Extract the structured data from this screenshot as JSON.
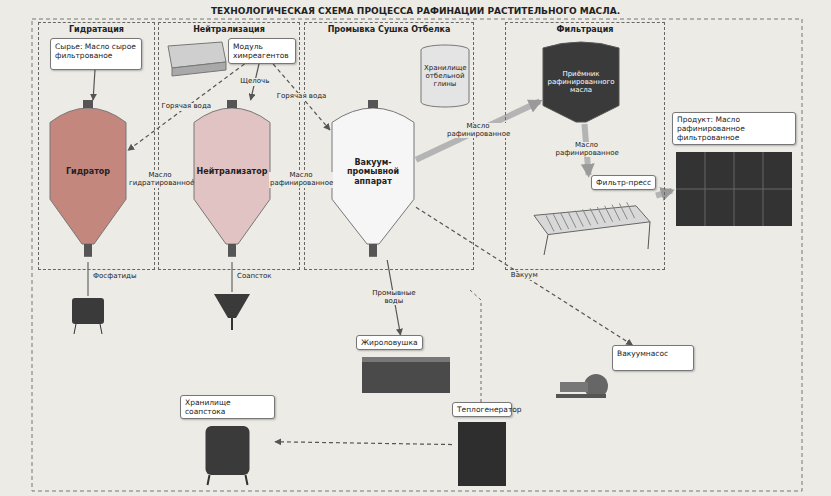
{
  "diagram": {
    "title": "ТЕХНОЛОГИЧЕСКАЯ СХЕМА ПРОЦЕССА РАФИНАЦИИ РАСТИТЕЛЬНОГО МАСЛА.",
    "nodes": [
      {
        "text": [
          "Гидратация"
        ]
      },
      {
        "text": [
          "Сырье: Масло сырое фильтрованое"
        ],
        "in": 0
      },
      {
        "text": [
          "Гидратор"
        ],
        "in": 0
      },
      {
        "text": [
          "Нейтрализация"
        ]
      },
      {
        "text": [
          "Модуль химреагентов"
        ],
        "in": 3
      },
      {
        "text": [
          "Нейтрализатор"
        ],
        "in": 3
      },
      {
        "text": [
          "Промывка Сушка Отбелка"
        ]
      },
      {
        "text": [
          "Хранилище отбельной глины"
        ],
        "in": 6
      },
      {
        "text": [
          "Вакуум-промывной аппарат"
        ],
        "in": 6
      },
      {
        "text": [
          "Фильтрация"
        ]
      },
      {
        "text": [
          "Приёмник рафинированного масла"
        ],
        "in": 9
      },
      {
        "text": [
          "Фильтр-пресс"
        ],
        "in": 9
      },
      {
        "text": [
          "Продукт: Масло рафинированное фильтрованное"
        ]
      },
      {
        "text": [
          "Хранилище соапстока"
        ]
      },
      {
        "text": [
          "Жироловушка"
        ]
      },
      {
        "text": [
          "Теплогенератор"
        ]
      },
      {
        "text": [
          "Вакуумнасос"
        ]
      }
    ],
    "edges": [
      {
        "from": 1,
        "to": 2,
        "arrow": "to"
      },
      {
        "from": 4,
        "to": 2,
        "label": "Горячая вода",
        "arrow": "to"
      },
      {
        "from": 4,
        "to": 5,
        "label": "Щелочь",
        "arrow": "to"
      },
      {
        "from": 4,
        "to": 8,
        "label": "Горячая вода",
        "arrow": "to"
      },
      {
        "from": 2,
        "to": 5,
        "label": "Масло гидратированное",
        "arrow": "to"
      },
      {
        "from": 5,
        "to": 8,
        "label": "Масло рафинированное",
        "arrow": "to"
      },
      {
        "from": 8,
        "to": 10,
        "label": "Масло рафинированное",
        "arrow": "to"
      },
      {
        "from": 10,
        "to": 11,
        "label": "Масло рафинированное",
        "arrow": "to"
      },
      {
        "from": 11,
        "to": 12,
        "arrow": "to"
      },
      {
        "from": 8,
        "to": 14,
        "label": "Промывные воды",
        "arrow": "to"
      },
      {
        "from": 8,
        "to": 16,
        "label": "Вакуум",
        "arrow": "to"
      },
      {
        "from": 15,
        "to": 13,
        "arrow": "to"
      }
    ],
    "labels": [
      "Фосфатиды",
      "Соапсток"
    ]
  }
}
